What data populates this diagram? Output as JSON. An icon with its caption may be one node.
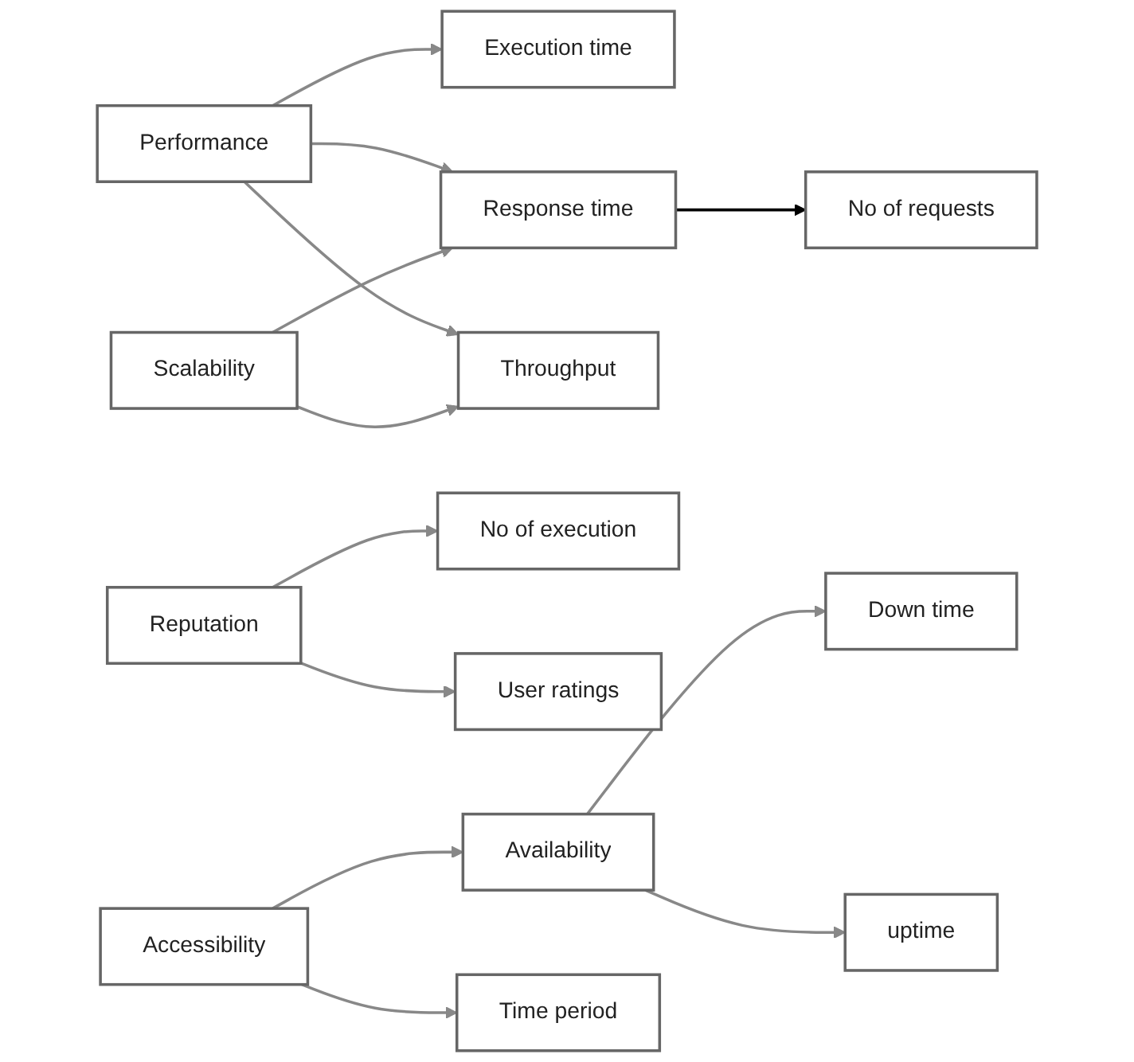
{
  "diagram": {
    "nodes": [
      {
        "text": [
          "Performance"
        ]
      },
      {
        "text": [
          "Execution time"
        ]
      },
      {
        "text": [
          "Response time"
        ]
      },
      {
        "text": [
          "Scalability"
        ]
      },
      {
        "text": [
          "Throughput"
        ]
      },
      {
        "text": [
          "No of requests"
        ]
      },
      {
        "text": [
          "Reputation"
        ]
      },
      {
        "text": [
          "No of execution"
        ]
      },
      {
        "text": [
          "User ratings"
        ]
      },
      {
        "text": [
          "Availability"
        ]
      },
      {
        "text": [
          "Down time"
        ]
      },
      {
        "text": [
          "uptime"
        ]
      },
      {
        "text": [
          "Accessibility"
        ]
      },
      {
        "text": [
          "Time period"
        ]
      }
    ],
    "edges": [
      {
        "from": 0,
        "to": 1,
        "arrow": "to"
      },
      {
        "from": 0,
        "to": 2,
        "arrow": "to"
      },
      {
        "from": 0,
        "to": 4,
        "arrow": "to"
      },
      {
        "from": 3,
        "to": 2,
        "arrow": "to"
      },
      {
        "from": 3,
        "to": 4,
        "arrow": "to"
      },
      {
        "from": 2,
        "to": 5,
        "arrow": "to",
        "color": "#000000"
      },
      {
        "from": 6,
        "to": 7,
        "arrow": "to"
      },
      {
        "from": 6,
        "to": 8,
        "arrow": "to"
      },
      {
        "from": 9,
        "to": 10,
        "arrow": "to"
      },
      {
        "from": 9,
        "to": 11,
        "arrow": "to"
      },
      {
        "from": 12,
        "to": 9,
        "arrow": "to"
      },
      {
        "from": 12,
        "to": 13,
        "arrow": "to"
      }
    ]
  }
}
